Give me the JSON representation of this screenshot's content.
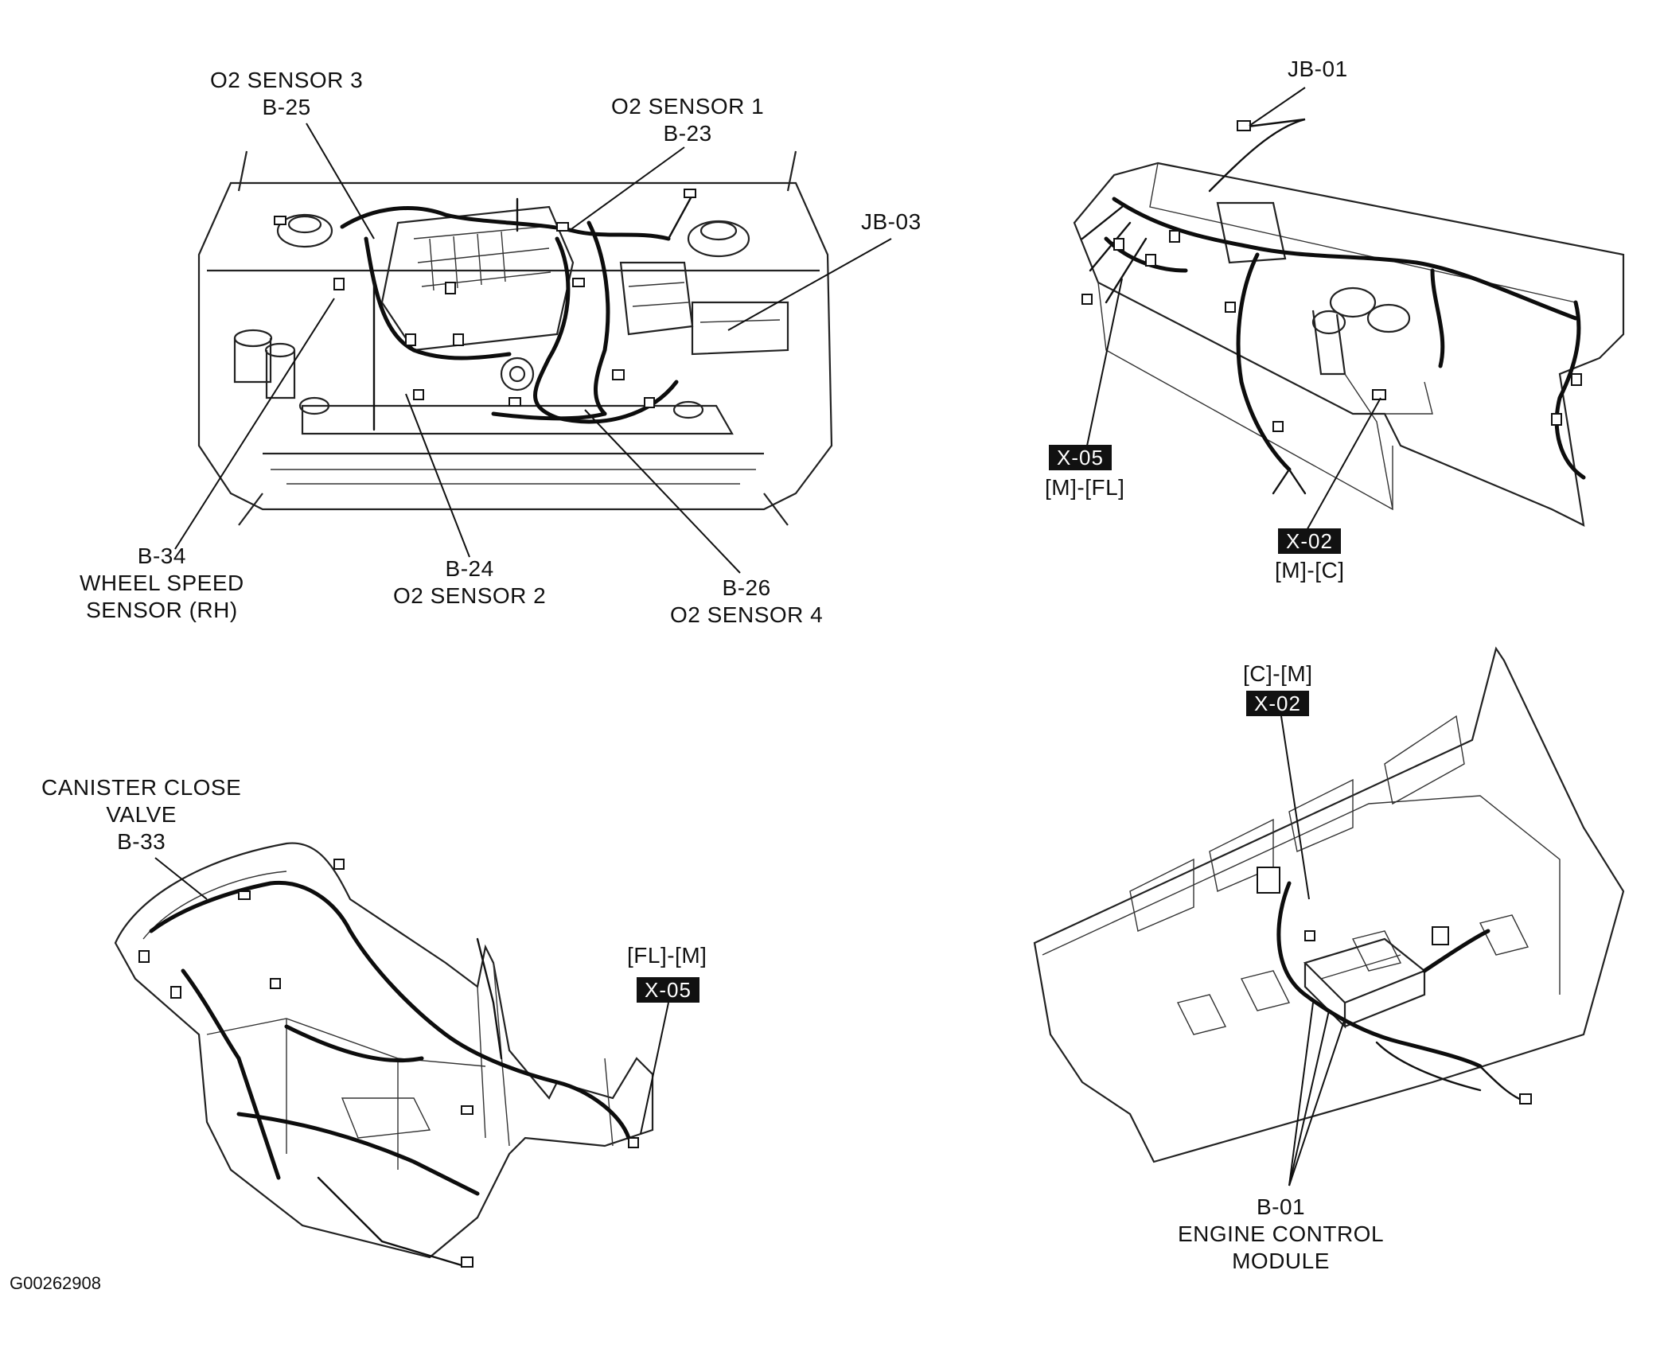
{
  "figure_id": "G00262908",
  "panels": {
    "engine_bay": {
      "labels": {
        "o2_sensor_3": {
          "name": "O2 SENSOR 3",
          "code": "B-25"
        },
        "o2_sensor_1": {
          "name": "O2 SENSOR 1",
          "code": "B-23"
        },
        "jb_03": {
          "code": "JB-03"
        },
        "wheel_speed": {
          "code": "B-34",
          "line1": "WHEEL SPEED",
          "line2": "SENSOR (RH)"
        },
        "o2_sensor_2": {
          "code": "B-24",
          "name": "O2 SENSOR 2"
        },
        "o2_sensor_4": {
          "code": "B-26",
          "name": "O2 SENSOR 4"
        }
      }
    },
    "dashboard": {
      "labels": {
        "jb_01": {
          "code": "JB-01"
        },
        "x05": {
          "tag": "X-05",
          "route": "[M]-[FL]"
        },
        "x02": {
          "tag": "X-02",
          "route": "[M]-[C]"
        }
      }
    },
    "floor": {
      "labels": {
        "canister": {
          "line1": "CANISTER CLOSE",
          "line2": "VALVE",
          "code": "B-33"
        },
        "x05": {
          "route": "[FL]-[M]",
          "tag": "X-05"
        }
      }
    },
    "ecm": {
      "labels": {
        "x02": {
          "route": "[C]-[M]",
          "tag": "X-02"
        },
        "ecm": {
          "code": "B-01",
          "line1": "ENGINE CONTROL",
          "line2": "MODULE"
        }
      }
    }
  }
}
